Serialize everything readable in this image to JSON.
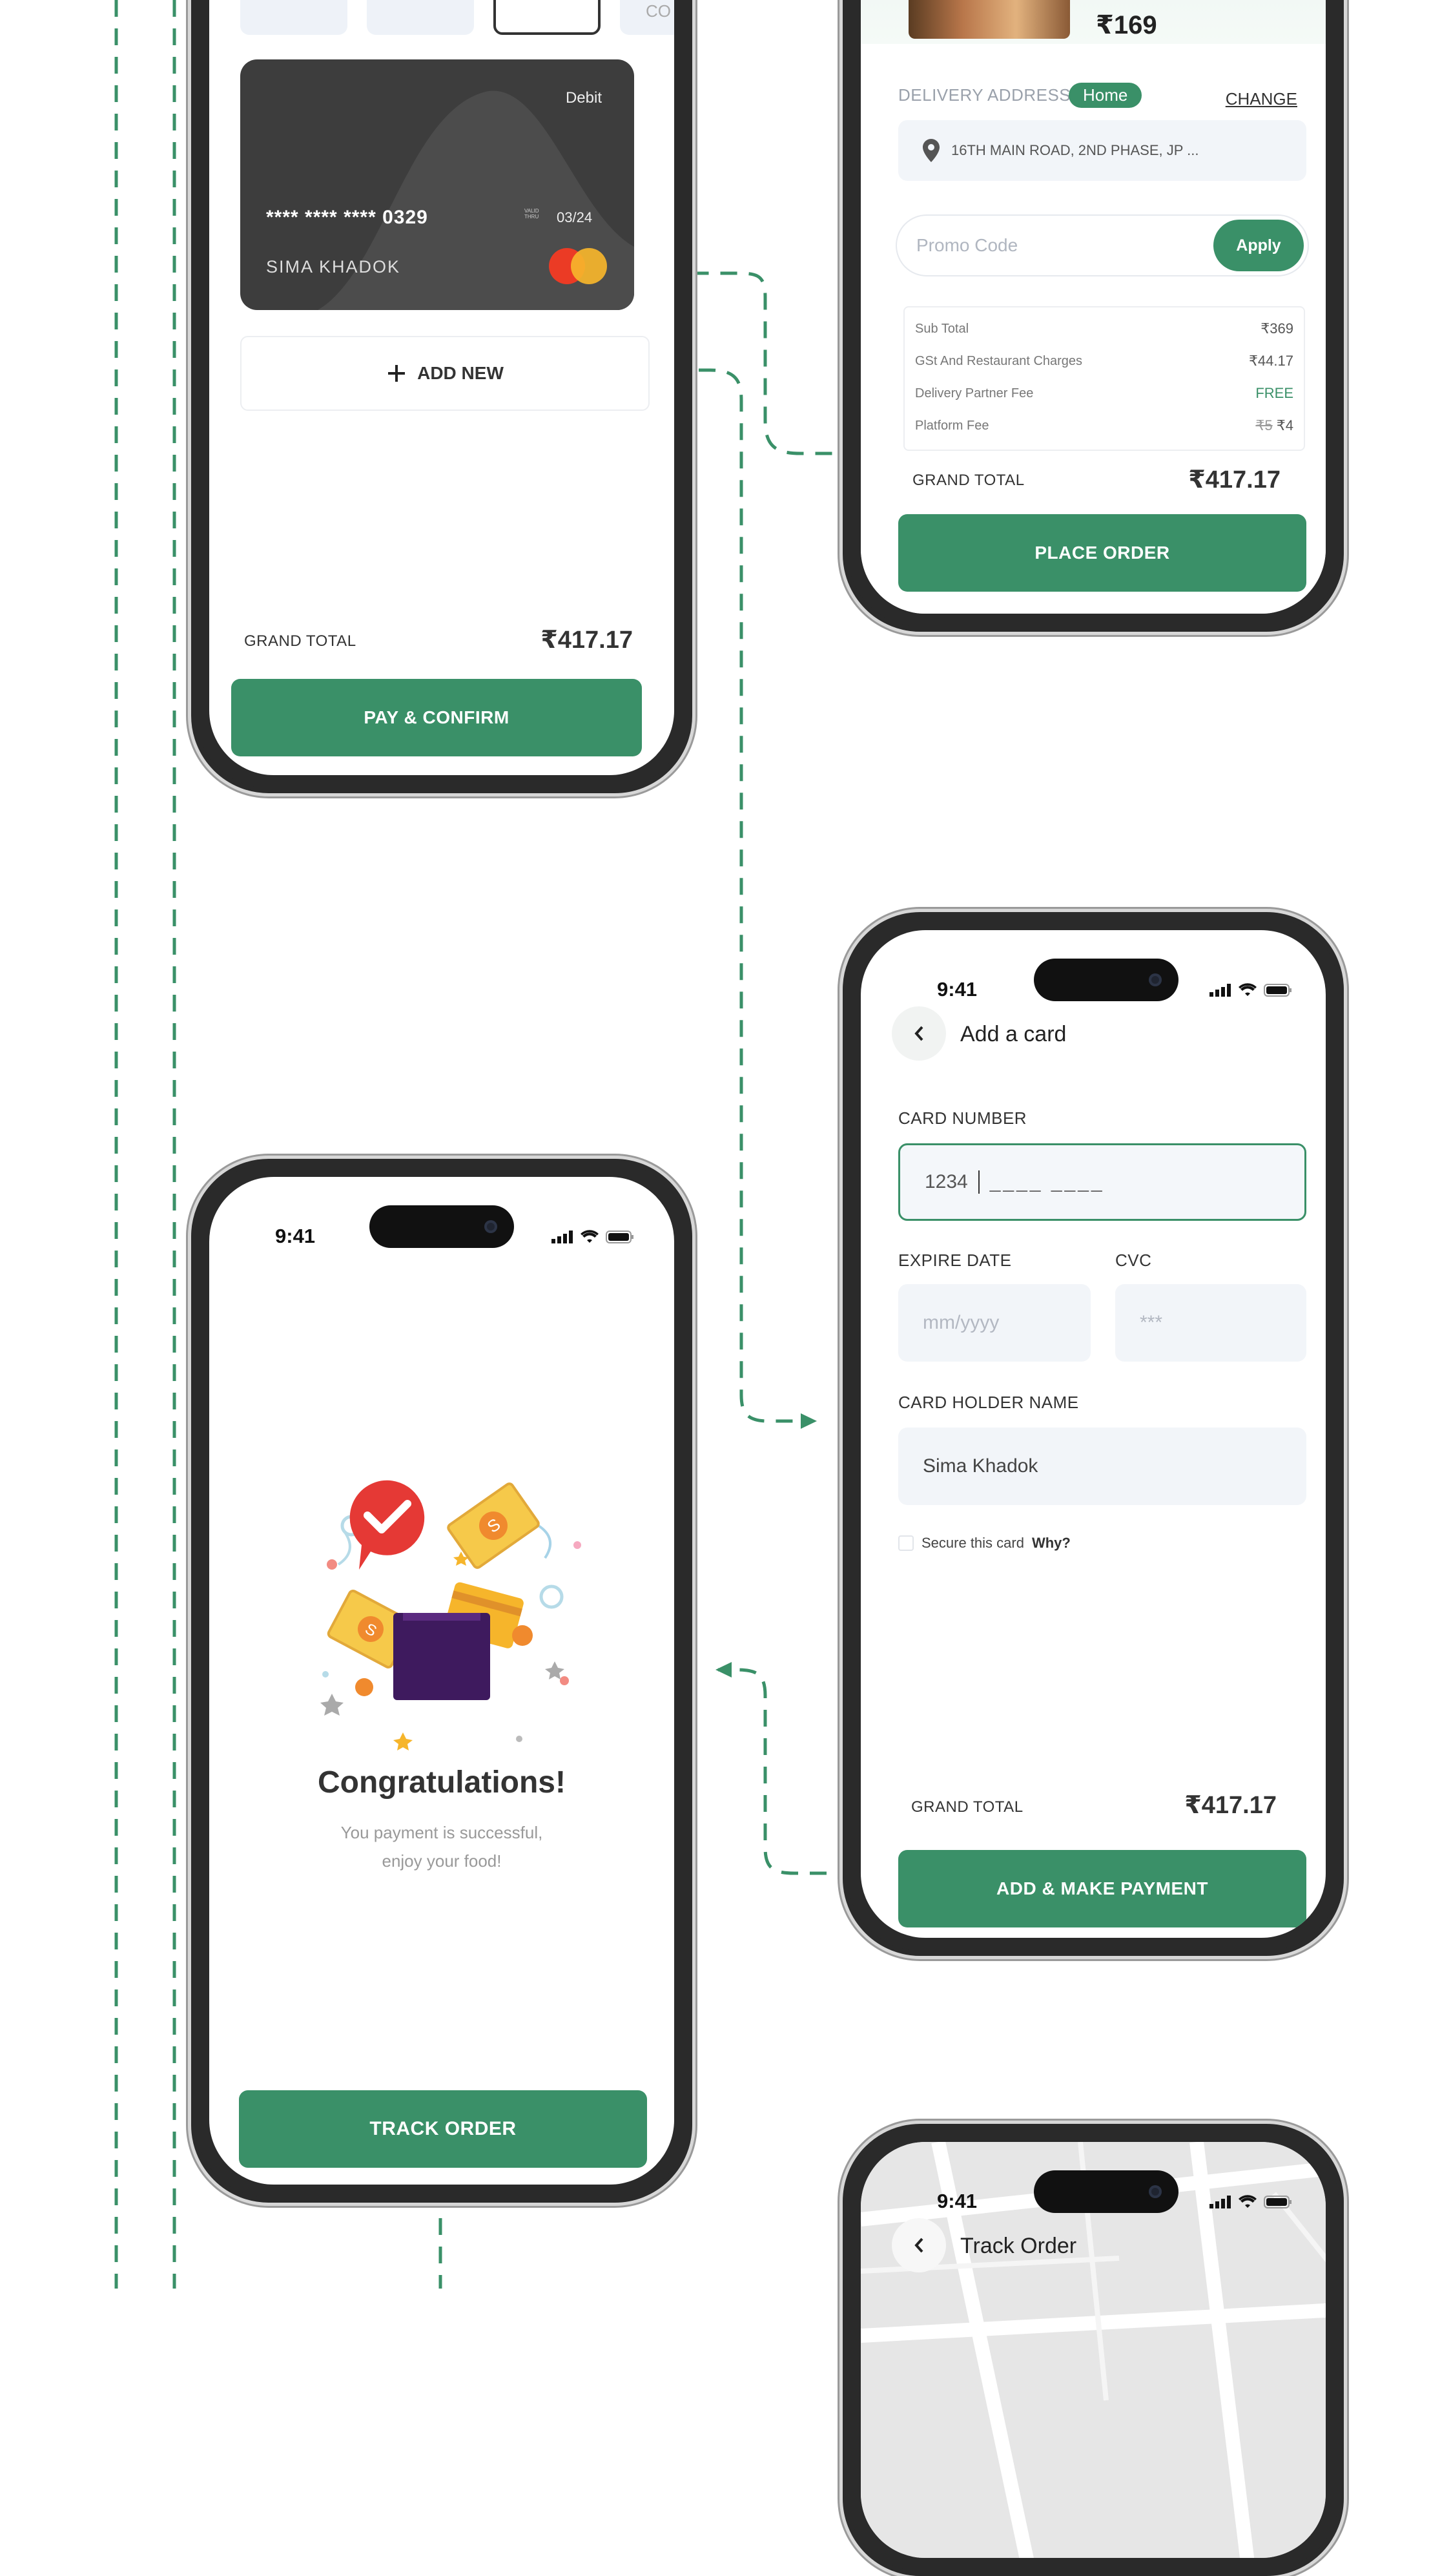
{
  "checkout": {
    "item_price": "₹169",
    "delivery_label": "DELIVERY ADDRESS",
    "address_tag": "Home",
    "change_label": "CHANGE",
    "address": "16TH MAIN ROAD, 2ND PHASE, JP ...",
    "promo_placeholder": "Promo Code",
    "apply_label": "Apply",
    "bill": [
      {
        "label": "Sub Total",
        "value": "₹369"
      },
      {
        "label": "GSt And Restaurant Charges",
        "value": "₹44.17"
      },
      {
        "label": "Delivery Partner Fee",
        "value": "FREE"
      },
      {
        "label": "Platform Fee",
        "old_value": "₹5",
        "value": "₹4"
      }
    ],
    "grand_total_label": "GRAND TOTAL",
    "grand_total": "₹417.17",
    "place_order_label": "PLACE ORDER"
  },
  "payment": {
    "partial_tab_label": "CO",
    "card_type": "Debit",
    "card_number": "**** **** **** 0329",
    "valid_label": "VALID THRU",
    "expiry": "03/24",
    "holder": "SIMA KHADOK",
    "add_new_label": "ADD NEW",
    "grand_total_label": "GRAND TOTAL",
    "grand_total": "₹417.17",
    "pay_label": "PAY & CONFIRM"
  },
  "add_card": {
    "time": "9:41",
    "title": "Add a card",
    "card_number_label": "CARD NUMBER",
    "card_number_value": "1234",
    "card_number_mask": "____ ____",
    "expire_label": "EXPIRE DATE",
    "expire_placeholder": "mm/yyyy",
    "cvc_label": "CVC",
    "cvc_placeholder": "***",
    "holder_label": "CARD HOLDER NAME",
    "holder_value": "Sima Khadok",
    "secure_text": "Secure this card",
    "why_text": "Why?",
    "grand_total_label": "GRAND TOTAL",
    "grand_total": "₹417.17",
    "submit_label": "ADD & MAKE PAYMENT"
  },
  "success": {
    "time": "9:41",
    "title": "Congratulations!",
    "message_line1": "You payment is successful,",
    "message_line2": "enjoy your food!",
    "track_label": "TRACK ORDER"
  },
  "track": {
    "time": "9:41",
    "title": "Track Order"
  },
  "colors": {
    "accent": "#3a9068",
    "connector": "#3a9068",
    "card": "#3d3d3d"
  }
}
